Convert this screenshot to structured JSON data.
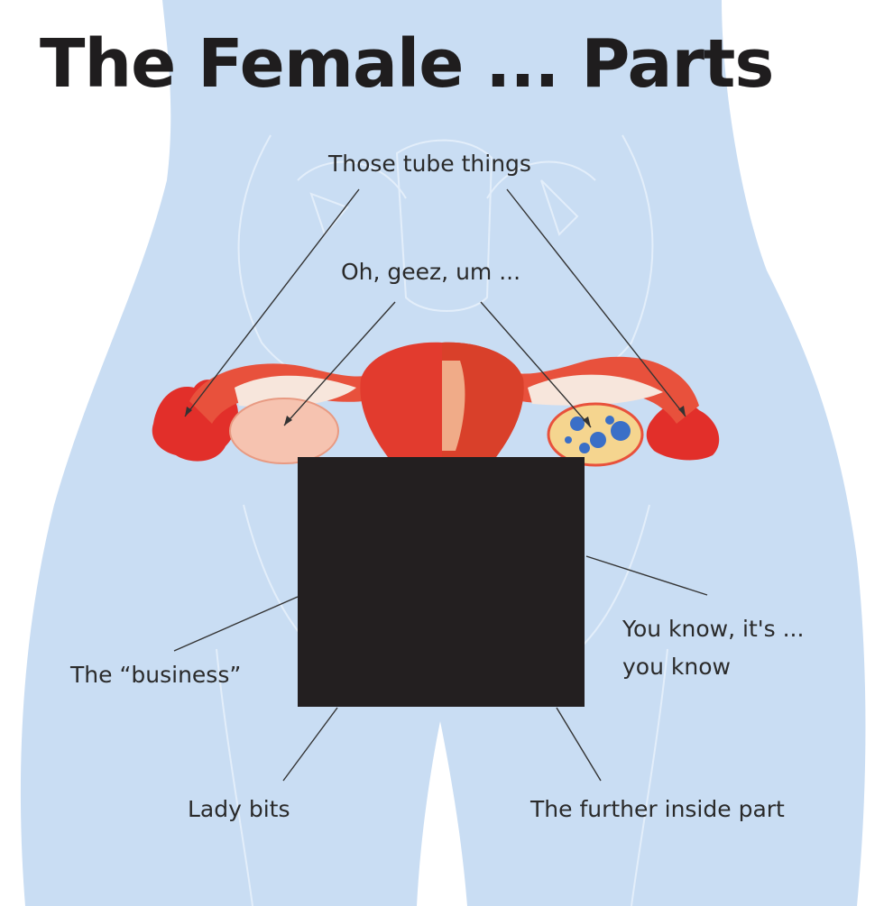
{
  "title": "The Female ... Parts",
  "labels": {
    "tube_things": "Those tube things",
    "oh_geez": "Oh, geez, um ...",
    "you_know_line1": "You know, it's ...",
    "you_know_line2": "you know",
    "business": "The “business”",
    "lady_bits": "Lady bits",
    "further_inside": "The further inside part"
  },
  "colors": {
    "body": "#c9ddf3",
    "body_outline": "#e6f0fb",
    "uterus_red": "#e23b2e",
    "ovary_pink": "#f6c3b0",
    "censor_box": "#231f20",
    "leader_line": "#333333"
  }
}
